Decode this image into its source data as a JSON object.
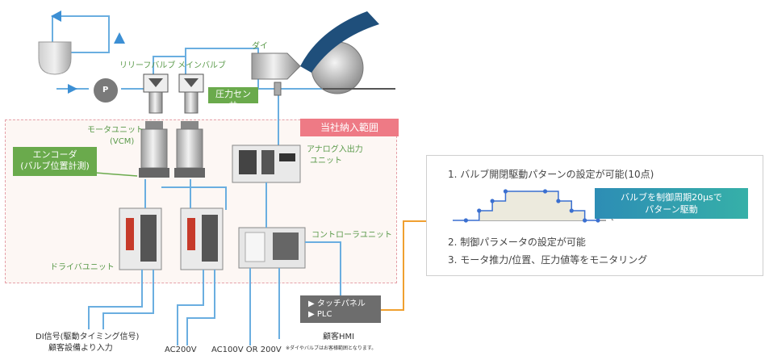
{
  "labels": {
    "relief_valve": "リリーフバルブ",
    "main_valve": "メインバルブ",
    "die": "ダイ",
    "pressure_sensor": "圧力センサ",
    "pump": "P",
    "scope": "当社納入範囲",
    "motor_unit": "モータユニット",
    "vcm": "(VCM)",
    "encoder": "エンコーダ",
    "encoder_sub": "(バルブ位置計測)",
    "analog_io_1": "アナログ入出力",
    "analog_io_2": "ユニット",
    "controller": "コントローラユニット",
    "driver": "ドライバユニット",
    "touch_panel": "▶ タッチパネル",
    "plc": "▶ PLC",
    "customer_hmi": "顧客HMI",
    "di_signal_1": "DI信号(駆動タイミング信号)",
    "di_signal_2": "顧客設備より入力",
    "ac200": "AC200V",
    "ac100_200": "AC100V OR 200V",
    "note": "※ダイやバルブはお客様範囲となります。"
  },
  "panel": {
    "item1": "1. バルブ開閉駆動パターンの設定が可能(10点)",
    "highlight_1": "バルブを制御周期20μsで",
    "highlight_2": "パターン駆動",
    "axis_t": "t",
    "item2": "2. 制御パラメータの設定が可能",
    "item3": "3. モータ推力/位置、圧力値等をモニタリング"
  },
  "pattern_chart": {
    "type": "line",
    "points": [
      [
        0,
        0
      ],
      [
        1,
        0
      ],
      [
        2,
        1
      ],
      [
        3,
        2
      ],
      [
        4,
        3
      ],
      [
        5,
        3
      ],
      [
        6,
        3
      ],
      [
        7,
        3
      ],
      [
        8,
        2
      ],
      [
        9,
        1
      ],
      [
        10,
        0
      ],
      [
        11,
        0
      ]
    ],
    "markers": [
      1,
      2,
      3,
      4,
      7,
      8,
      9,
      10,
      11
    ]
  },
  "colors": {
    "pipe": "#6aaee0",
    "green": "#6aaa4c",
    "scope_tag": "#ee7a85",
    "orange": "#f0a030",
    "dark_blue": "#20507a"
  }
}
